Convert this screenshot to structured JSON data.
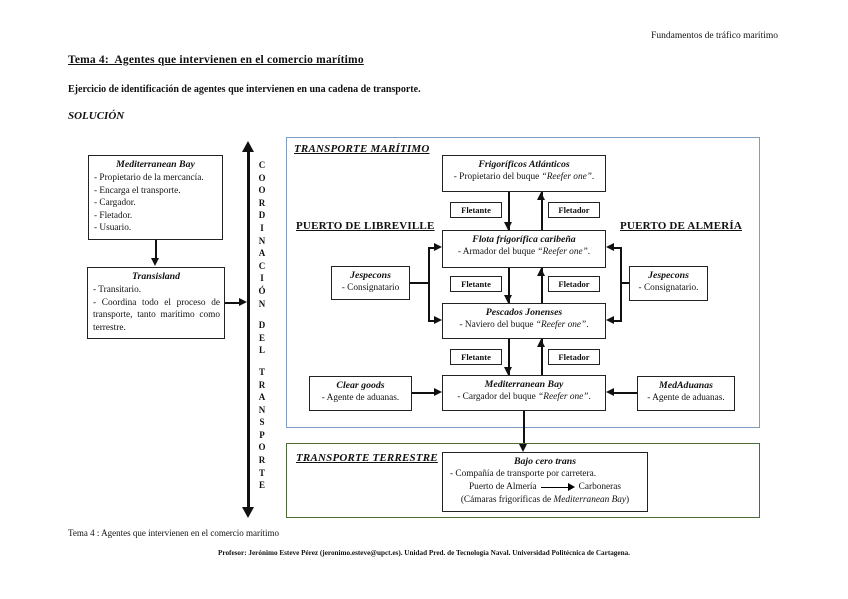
{
  "page": {
    "header_right": "Fundamentos de tráfico marítimo",
    "title": "Tema 4:  Agentes que intervienen en el comercio marítimo",
    "exercise": "Ejercicio de identificación de agentes que intervienen en una cadena de transporte.",
    "solution": "SOLUCIÓN",
    "footer_left": "Tema 4 : Agentes que intervienen en el comercio marítimo",
    "footer_center": "Profesor: Jerónimo Esteve Pérez (jeronimo.esteve@upct.es). Unidad Pred. de Tecnología Naval. Universidad Politécnica de Cartagena."
  },
  "left_chain": {
    "shipper": {
      "title": "Mediterranean Bay",
      "items": [
        "- Propietario de la mercancía.",
        "- Encarga el transporte.",
        "- Cargador.",
        "- Fletador.",
        "- Usuario."
      ]
    },
    "forwarder": {
      "title": "Transisland",
      "item1": "- Transitario.",
      "item2": "- Coordina todo el proceso de transporte, tanto marítimo como terrestre."
    }
  },
  "coordination": {
    "label": "COORDINACIÓN DEL TRANSPORTE"
  },
  "maritime": {
    "section_label": "TRANSPORTE MARÍTIMO",
    "port_left": "PUERTO DE LIBREVILLE",
    "port_right": "PUERTO DE ALMERÍA",
    "charter_left": "Fletante",
    "charter_right": "Fletador",
    "nodes": [
      {
        "title": "Frigoríficos Atlánticos",
        "desc_pre": "- Propietario del buque ",
        "ship": "“Reefer one”",
        "desc_post": "."
      },
      {
        "title": "Flota frigorífica caribeña",
        "desc_pre": "- Armador del buque ",
        "ship": "“Reefer one”",
        "desc_post": "."
      },
      {
        "title": "Pescados Jonenses",
        "desc_pre": "- Naviero del buque ",
        "ship": "“Reefer one”",
        "desc_post": "."
      },
      {
        "title": "Mediterranean Bay",
        "desc_pre": "- Cargador del buque ",
        "ship": "“Reefer one”",
        "desc_post": "."
      }
    ],
    "agents": [
      {
        "title": "Jespecons",
        "desc": "- Consignatario"
      },
      {
        "title": "Jespecons",
        "desc": "- Consignatario."
      },
      {
        "title": "Clear goods",
        "desc": "- Agente de aduanas."
      },
      {
        "title": "MedAduanas",
        "desc": "- Agente de aduanas."
      }
    ]
  },
  "terrestrial": {
    "section_label": "TRANSPORTE TERRESTRE",
    "box": {
      "title": "Bajo cero trans",
      "line1": "- Compañía de transporte por carretera.",
      "route_from": "Puerto de Almería",
      "route_to": "Carboneras",
      "note_pre": "(Cámaras frigoríficas de ",
      "note_italic": "Mediterranean Bay",
      "note_post": ")"
    }
  },
  "colors": {
    "maritime_border": "#7e9bc0",
    "terrestrial_border": "#4c6b39"
  }
}
